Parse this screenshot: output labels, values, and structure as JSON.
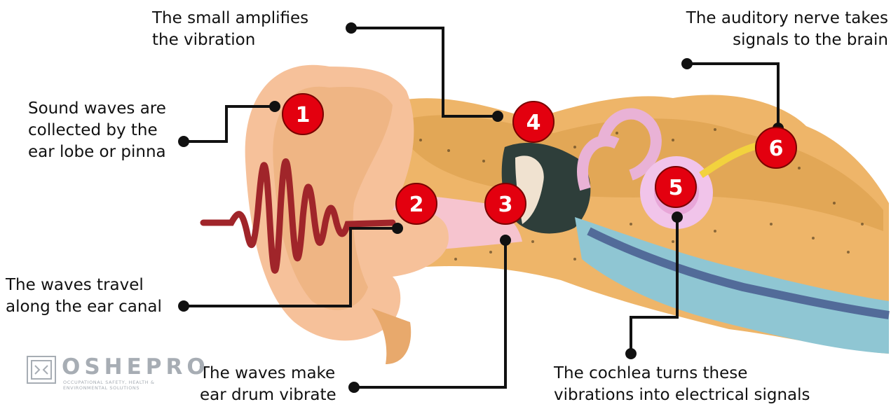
{
  "labels": {
    "step1": {
      "lines": [
        "Sound waves are",
        "collected by the",
        "ear lobe or pinna"
      ]
    },
    "step2": {
      "lines": [
        "The waves travel",
        "along the ear canal"
      ]
    },
    "step3": {
      "lines": [
        "The waves make",
        "ear drum vibrate"
      ]
    },
    "step4": {
      "lines": [
        "The small amplifies",
        "the vibration"
      ]
    },
    "step5": {
      "lines": [
        "The cochlea turns these",
        "vibrations  into electrical signals"
      ]
    },
    "step6": {
      "lines": [
        "The auditory nerve takes",
        "signals to the brain"
      ]
    }
  },
  "markers": [
    "1",
    "2",
    "3",
    "4",
    "5",
    "6"
  ],
  "logo": {
    "wordmark": "OSHEPRO",
    "tagline": "OCCUPATIONAL SAFETY, HEALTH & ENVIRONMENTAL SOLUTIONS"
  },
  "colors": {
    "marker_fill": "#e3000f",
    "marker_text": "#ffffff",
    "leader_line": "#111111",
    "wave": "#a0252a"
  }
}
